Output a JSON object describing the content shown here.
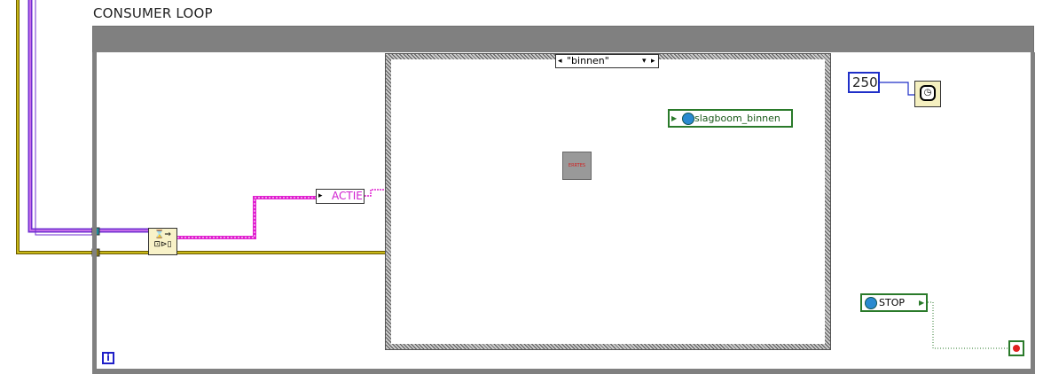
{
  "loop": {
    "label": "CONSUMER LOOP",
    "iteration_symbol": "i"
  },
  "case_structure": {
    "selector_value": "\"binnen\"",
    "prev_symbol": "◂",
    "next_symbol": "▸",
    "menu_symbol": "▾"
  },
  "nodes": {
    "wait_ms_constant": "250",
    "wait_icon": "watch-icon",
    "dequeue_icon": "dequeue-element-icon",
    "dequeue_text": "⌛⇒\n⊡⊳▯",
    "unbundle_label": "ACTIE",
    "error_node_text": "ERRTES",
    "shared_variable_binnen": "slagboom_binnen",
    "shared_variable_stop": "STOP",
    "stop_terminal_icon": "stop-terminal-icon"
  },
  "colors": {
    "loop_frame": "#808080",
    "wire_queue": "#d020d0",
    "wire_error": "#c8b400",
    "wire_variant": "#2a7a2a",
    "wire_numeric": "#1f2fc8"
  }
}
